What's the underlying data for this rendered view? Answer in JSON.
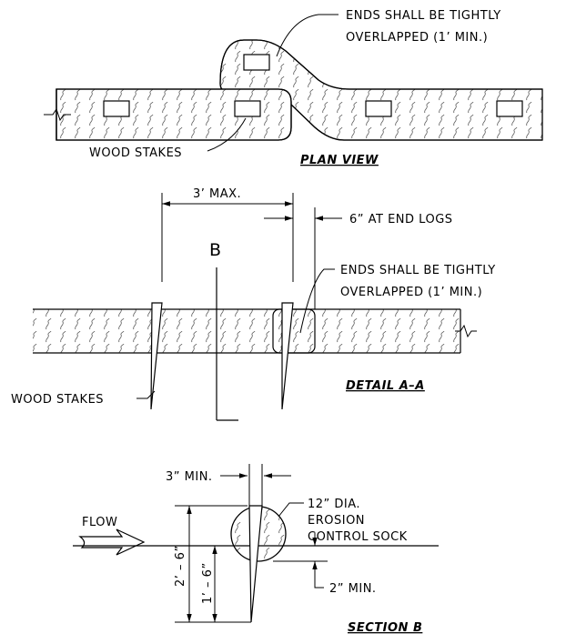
{
  "plan_view": {
    "title": "PLAN VIEW",
    "overlap_note_line1": "ENDS SHALL BE TIGHTLY",
    "overlap_note_line2": "OVERLAPPED (1’ MIN.)",
    "stakes_label": "WOOD STAKES"
  },
  "detail_aa": {
    "title": "DETAIL A–A",
    "spacing_dim": "3’ MAX.",
    "end_log_dim": "6” AT END LOGS",
    "section_marker": "B",
    "overlap_note_line1": "ENDS SHALL BE TIGHTLY",
    "overlap_note_line2": "OVERLAPPED (1’ MIN.)",
    "stakes_label": "WOOD STAKES"
  },
  "section_b": {
    "title": "SECTION B",
    "flow_label": "FLOW",
    "stake_clearance_dim": "3” MIN.",
    "sock_note_line1": "12” DIA.",
    "sock_note_line2": "EROSION",
    "sock_note_line3": "CONTROL SOCK",
    "embed_dim": "2” MIN.",
    "stake_total_dim": "2’ – 6”",
    "stake_embed_dim": "1’ – 6”"
  }
}
